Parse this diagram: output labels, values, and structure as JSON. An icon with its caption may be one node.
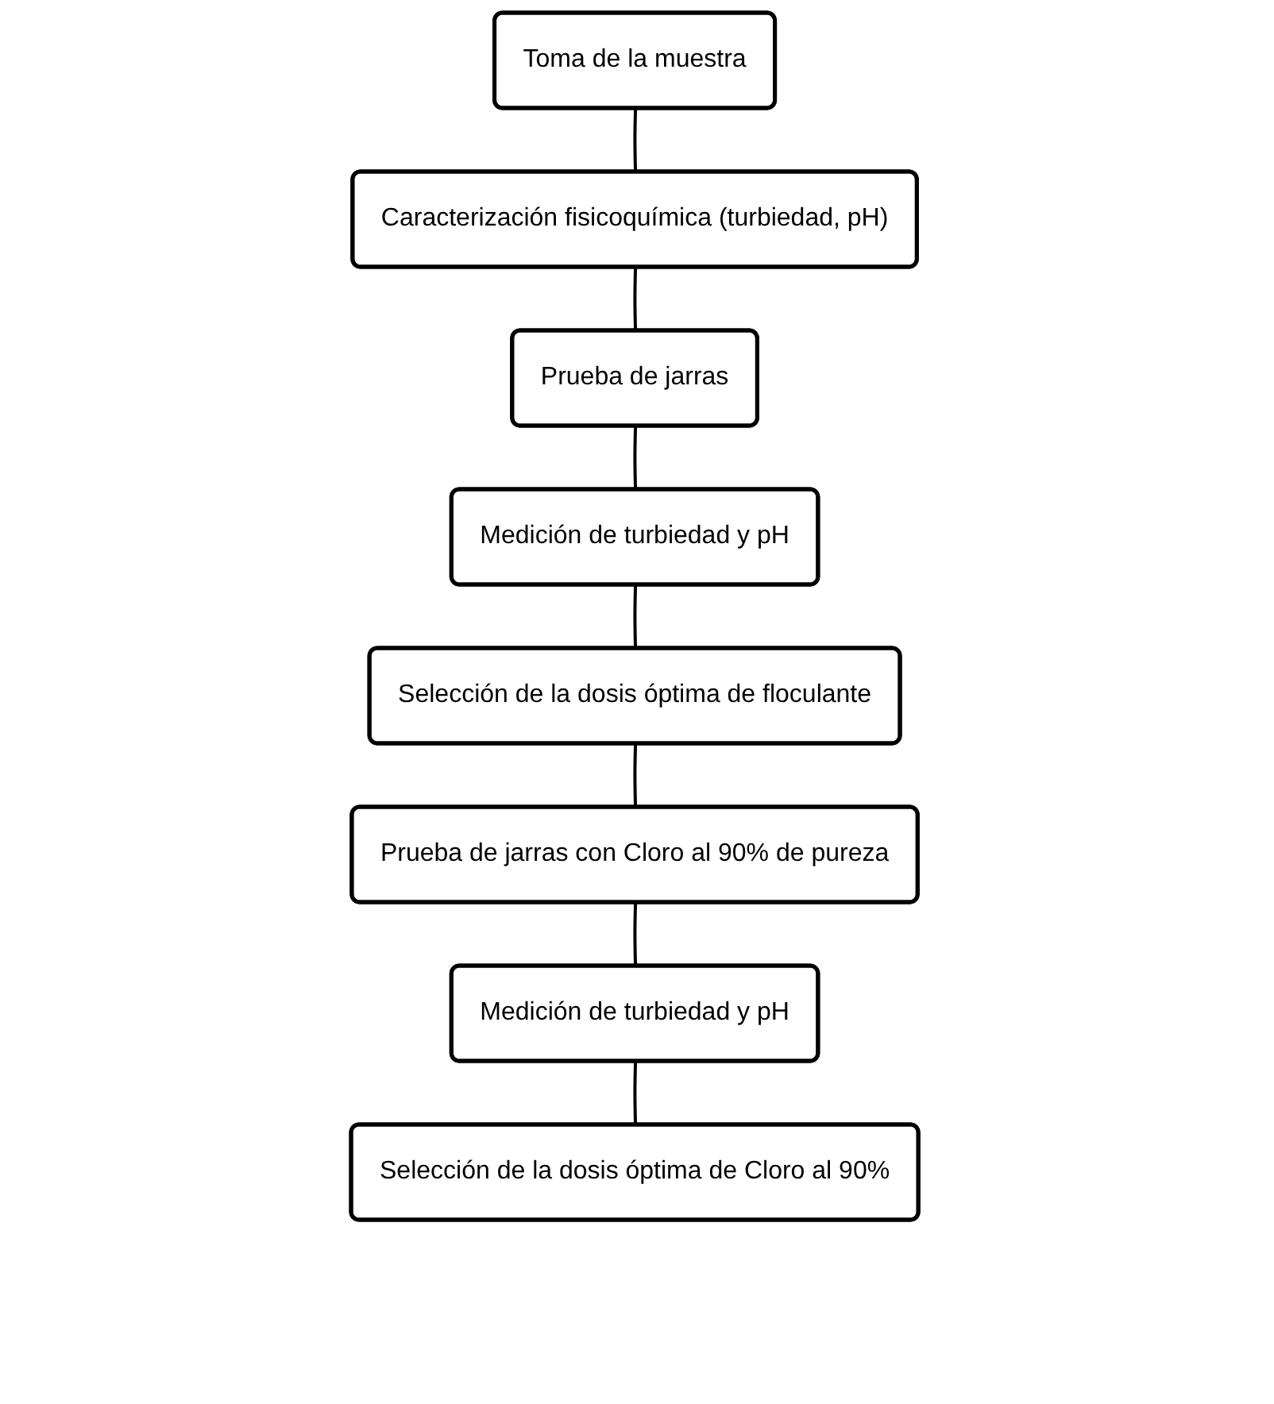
{
  "diagram": {
    "nodes": [
      {
        "text": [
          "Toma de la muestra"
        ]
      },
      {
        "text": [
          "Caracterización fisicoquímica (turbiedad, pH)"
        ]
      },
      {
        "text": [
          "Prueba de jarras"
        ]
      },
      {
        "text": [
          "Medición de turbiedad y pH"
        ]
      },
      {
        "text": [
          "Selección de la dosis óptima de floculante"
        ]
      },
      {
        "text": [
          "Prueba de jarras con Cloro al 90% de pureza"
        ]
      },
      {
        "text": [
          "Medición de turbiedad y pH"
        ]
      },
      {
        "text": [
          "Selección de la dosis óptima de Cloro al 90%"
        ]
      }
    ],
    "edges": [
      {
        "from": 0,
        "to": 1,
        "arrow": "none"
      },
      {
        "from": 1,
        "to": 2,
        "arrow": "none"
      },
      {
        "from": 2,
        "to": 3,
        "arrow": "none"
      },
      {
        "from": 3,
        "to": 4,
        "arrow": "none"
      },
      {
        "from": 4,
        "to": 5,
        "arrow": "none"
      },
      {
        "from": 5,
        "to": 6,
        "arrow": "none"
      },
      {
        "from": 6,
        "to": 7,
        "arrow": "none"
      }
    ]
  }
}
